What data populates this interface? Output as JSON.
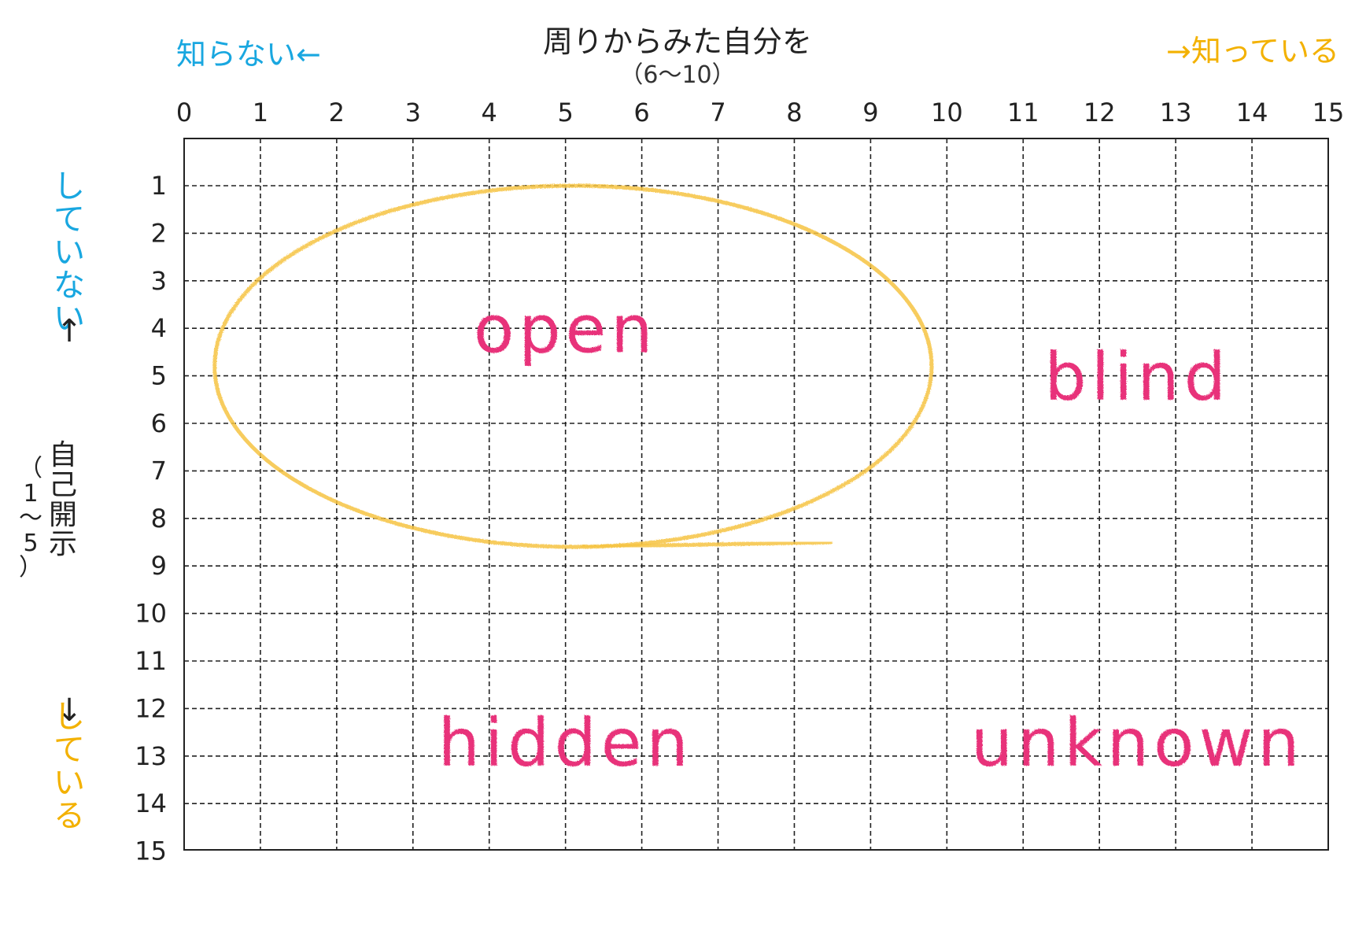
{
  "title": {
    "main": "周りからみた自分を",
    "sub": "（6〜10）"
  },
  "x_labels": {
    "left": "知らない←",
    "right": "→知っている"
  },
  "y_labels": {
    "top_vertical": "していない",
    "top_arrow": "↑",
    "bottom_arrow": "↓",
    "bottom_vertical": "している",
    "axis_title_vertical": "自己開示",
    "axis_range_vertical": "（1〜5）"
  },
  "chart_data": {
    "type": "grid",
    "x_ticks": [
      "0",
      "1",
      "2",
      "3",
      "4",
      "5",
      "6",
      "7",
      "8",
      "9",
      "10",
      "11",
      "12",
      "13",
      "14",
      "15"
    ],
    "y_ticks": [
      "1",
      "2",
      "3",
      "4",
      "5",
      "6",
      "7",
      "8",
      "9",
      "10",
      "11",
      "12",
      "13",
      "14",
      "15"
    ],
    "x_range": [
      0,
      15
    ],
    "y_range": [
      0,
      15
    ],
    "grid": true,
    "divider_x": 10,
    "divider_y": 10,
    "quadrant_labels": [
      {
        "text": "open",
        "x": 5,
        "y": 4.5
      },
      {
        "text": "blind",
        "x": 12.5,
        "y": 5.5
      },
      {
        "text": "hidden",
        "x": 5,
        "y": 13.2
      },
      {
        "text": "unknown",
        "x": 12.5,
        "y": 13.2
      }
    ],
    "highlight_ellipse": {
      "x_range": [
        0.4,
        9.8
      ],
      "y_range": [
        1,
        8.6
      ]
    },
    "colors": {
      "pink": "#e8337a",
      "yellow": "#f6c443",
      "grid": "#222222"
    }
  }
}
